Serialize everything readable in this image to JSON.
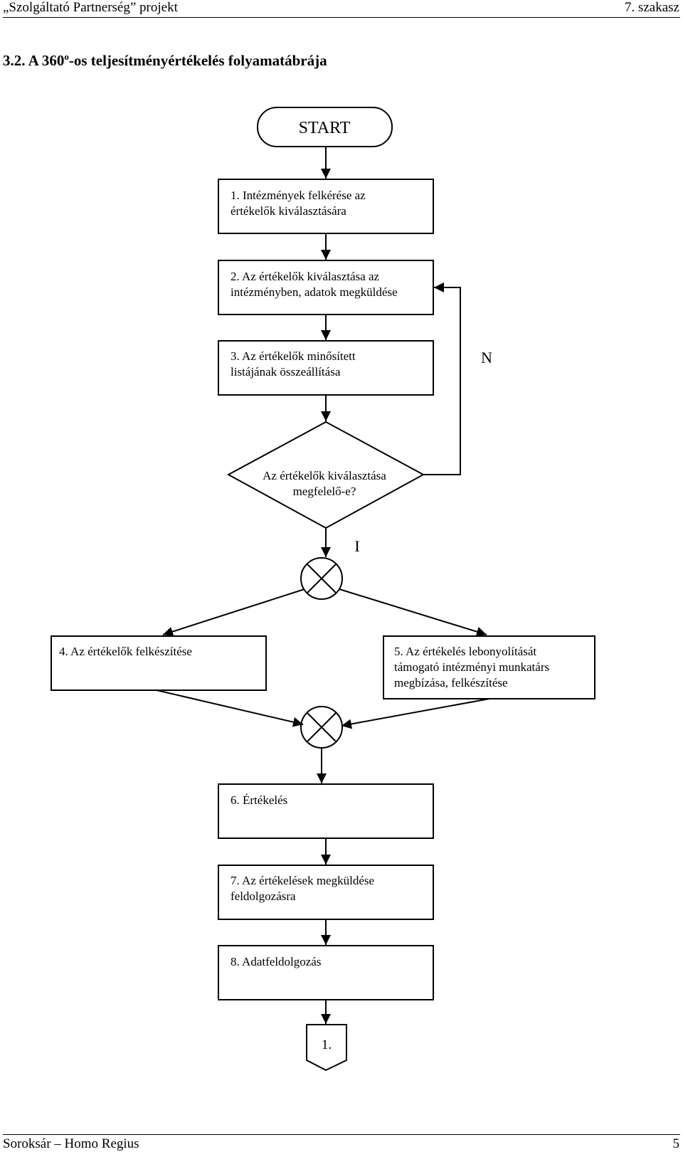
{
  "header": {
    "left": "„Szolgáltató Partnerség” projekt",
    "right": "7. szakasz"
  },
  "title": {
    "prefix": "3.2. A 360",
    "superscript": "o",
    "suffix": "-os teljesítményértékelés folyamatábrája"
  },
  "flow": {
    "start": "START",
    "step1": [
      "1. Intézmények felkérése az",
      "értékelők kiválasztására"
    ],
    "step2": [
      "2. Az értékelők kiválasztása az",
      "intézményben, adatok megküldése"
    ],
    "step3": [
      "3. Az értékelők minősített",
      "listájának összeállítása"
    ],
    "decision": [
      "Az értékelők kiválasztása",
      "megfelelő-e?"
    ],
    "label_no": "N",
    "label_yes": "I",
    "step4": [
      "4. Az értékelők felkészítése"
    ],
    "step5": [
      "5. Az értékelés lebonyolítását",
      "támogató intézményi munkatárs",
      "megbízása, felkészítése"
    ],
    "step6": [
      "6. Értékelés"
    ],
    "step7": [
      "7. Az értékelések megküldése",
      "feldolgozásra"
    ],
    "step8": [
      "8. Adatfeldolgozás"
    ],
    "connector": "1."
  },
  "footer": {
    "left": "Soroksár – Homo Regius",
    "right": "5"
  }
}
